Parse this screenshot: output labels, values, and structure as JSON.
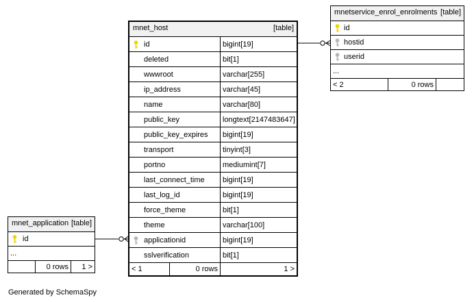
{
  "tables": {
    "main": {
      "name": "mnet_host",
      "tag": "[table]",
      "rows": [
        {
          "col": "id",
          "type": "bigint[19]",
          "key": "primary"
        },
        {
          "col": "deleted",
          "type": "bit[1]",
          "key": ""
        },
        {
          "col": "wwwroot",
          "type": "varchar[255]",
          "key": ""
        },
        {
          "col": "ip_address",
          "type": "varchar[45]",
          "key": ""
        },
        {
          "col": "name",
          "type": "varchar[80]",
          "key": ""
        },
        {
          "col": "public_key",
          "type": "longtext[2147483647]",
          "key": ""
        },
        {
          "col": "public_key_expires",
          "type": "bigint[19]",
          "key": ""
        },
        {
          "col": "transport",
          "type": "tinyint[3]",
          "key": ""
        },
        {
          "col": "portno",
          "type": "mediumint[7]",
          "key": ""
        },
        {
          "col": "last_connect_time",
          "type": "bigint[19]",
          "key": ""
        },
        {
          "col": "last_log_id",
          "type": "bigint[19]",
          "key": ""
        },
        {
          "col": "force_theme",
          "type": "bit[1]",
          "key": ""
        },
        {
          "col": "theme",
          "type": "varchar[100]",
          "key": ""
        },
        {
          "col": "applicationid",
          "type": "bigint[19]",
          "key": "foreign"
        },
        {
          "col": "sslverification",
          "type": "bit[1]",
          "key": ""
        }
      ],
      "footer": {
        "parents": "< 1",
        "rows": "0 rows",
        "children": "1 >"
      }
    },
    "enrol": {
      "name": "mnetservice_enrol_enrolments",
      "tag": "[table]",
      "rows": [
        {
          "col": "id",
          "key": "primary"
        },
        {
          "col": "hostid",
          "key": "foreign"
        },
        {
          "col": "userid",
          "key": "foreign"
        },
        {
          "col": "...",
          "key": ""
        }
      ],
      "footer": {
        "parents": "< 2",
        "rows": "0 rows",
        "children": ""
      }
    },
    "app": {
      "name": "mnet_application",
      "tag": "[table]",
      "rows": [
        {
          "col": "id",
          "key": "primary"
        },
        {
          "col": "...",
          "key": ""
        }
      ],
      "footer": {
        "parents": "",
        "rows": "0 rows",
        "children": "1 >"
      }
    }
  },
  "footer_text": "Generated by SchemaSpy",
  "colors": {
    "primary_key": "#f2d200",
    "foreign_key": "#b5b5b5",
    "header_bg": "#f1f1f1"
  }
}
